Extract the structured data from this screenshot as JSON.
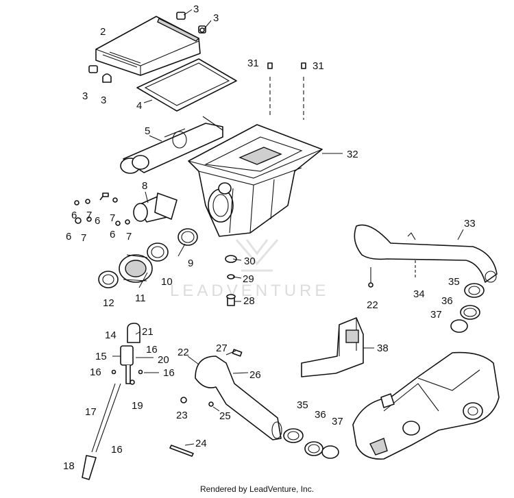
{
  "watermark": "LEADVENTURE",
  "footer": "Rendered by LeadVenture, Inc.",
  "callouts": {
    "c2": "2",
    "c3a": "3",
    "c3b": "3",
    "c3c": "3",
    "c3d": "3",
    "c4": "4",
    "c5": "5",
    "c6a": "6",
    "c6b": "6",
    "c6c": "6",
    "c6d": "6",
    "c7a": "7",
    "c7b": "7",
    "c7c": "7",
    "c7d": "7",
    "c8": "8",
    "c9": "9",
    "c10": "10",
    "c11": "11",
    "c12": "12",
    "c14": "14",
    "c15": "15",
    "c16a": "16",
    "c16b": "16",
    "c16c": "16",
    "c16d": "16",
    "c17": "17",
    "c18": "18",
    "c19": "19",
    "c20": "20",
    "c21": "21",
    "c22a": "22",
    "c22b": "22",
    "c23": "23",
    "c24": "24",
    "c25": "25",
    "c26": "26",
    "c27": "27",
    "c28": "28",
    "c29": "29",
    "c30": "30",
    "c31a": "31",
    "c31b": "31",
    "c32": "32",
    "c33": "33",
    "c34": "34",
    "c35a": "35",
    "c35b": "35",
    "c36a": "36",
    "c36b": "36",
    "c37a": "37",
    "c37b": "37",
    "c38": "38"
  }
}
